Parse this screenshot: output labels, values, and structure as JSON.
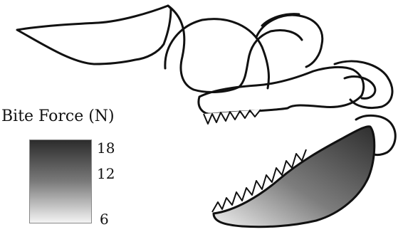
{
  "legend": {
    "title": "Bite Force (N)",
    "ticks": [
      "18",
      "12",
      "6"
    ],
    "range": [
      6,
      18
    ],
    "color_high": "#2c2c2c",
    "color_low": "#f4f4f4"
  }
}
